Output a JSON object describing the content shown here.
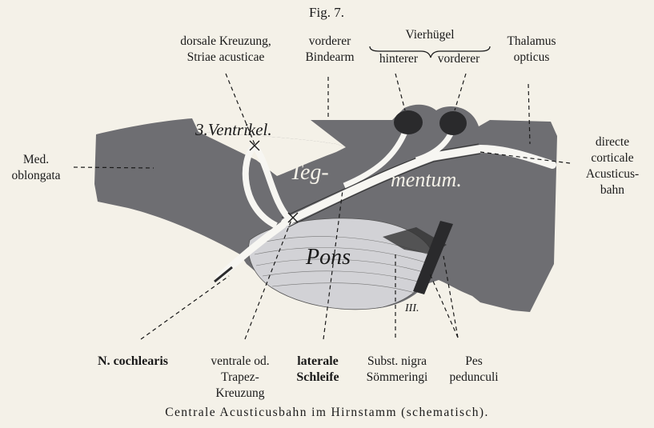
{
  "figure_label": "Fig. 7.",
  "caption": "Centrale Acusticusbahn im Hirnstamm (schematisch).",
  "labels": {
    "dorsale_kreuzung": [
      "dorsale Kreuzung,",
      "Striae acusticae"
    ],
    "bindearm": [
      "vorderer",
      "Bindearm"
    ],
    "vierhuegel": "Vierhügel",
    "vierhuegel_hinterer": "hinterer",
    "vierhuegel_vorderer": "vorderer",
    "thalamus": [
      "Thalamus",
      "opticus"
    ],
    "med_oblongata": [
      "Med.",
      "oblongata"
    ],
    "corticale": [
      "directe",
      "corticale",
      "Acusticus-",
      "bahn"
    ],
    "n_cochlearis": "N. cochlearis",
    "trapez": [
      "ventrale od.",
      "Trapez-",
      "Kreuzung"
    ],
    "laterale_schleife": [
      "laterale",
      "Schleife"
    ],
    "subst_nigra": [
      "Subst. nigra",
      "Sömmeringi"
    ],
    "pes": [
      "Pes",
      "pedunculi"
    ]
  },
  "inline_labels": {
    "ventrikel": "3.Ventrikel.",
    "teg": "Teg-",
    "mentum": "mentum.",
    "pons": "Pons",
    "nerve_iii": "III."
  },
  "colors": {
    "paper": "#f4f1e8",
    "brainstem": "#6e6e72",
    "pons": "#d2d2d6",
    "tract": "#f7f6f2",
    "nucleus": "#2a2a2c",
    "ink": "#1a1a1a"
  }
}
